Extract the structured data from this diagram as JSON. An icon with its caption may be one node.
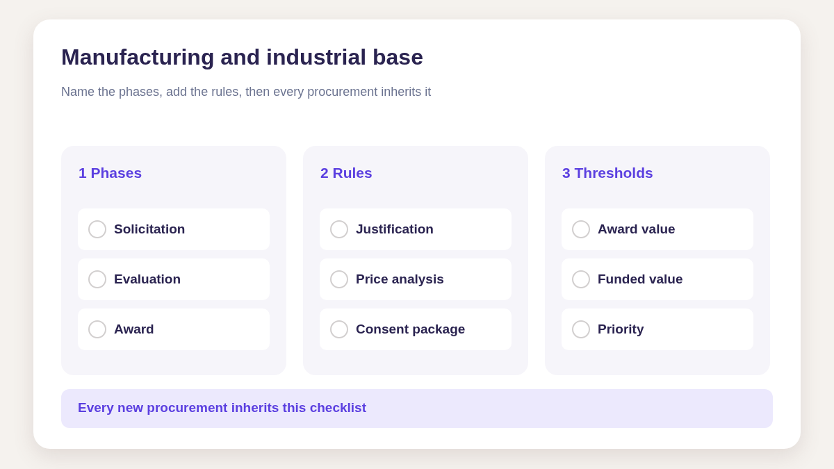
{
  "diagram": {
    "title": "Manufacturing and industrial base",
    "nodes": [
      {
        "text": [
          "1 Phases"
        ]
      },
      {
        "text": [
          "Solicitation"
        ],
        "in": 0
      },
      {
        "text": [
          "Evaluation"
        ],
        "in": 0
      },
      {
        "text": [
          "Award"
        ],
        "in": 0
      },
      {
        "text": [
          "2 Rules"
        ]
      },
      {
        "text": [
          "Justification"
        ],
        "in": 4
      },
      {
        "text": [
          "Price analysis"
        ],
        "in": 4
      },
      {
        "text": [
          "Consent package"
        ],
        "in": 4
      },
      {
        "text": [
          "3 Thresholds"
        ]
      },
      {
        "text": [
          "Award value"
        ],
        "in": 8
      },
      {
        "text": [
          "Funded value"
        ],
        "in": 8
      },
      {
        "text": [
          "Priority"
        ],
        "in": 8
      },
      {
        "text": [
          "Every new procurement inherits this checklist"
        ]
      }
    ],
    "labels": [
      "Name the phases, add the rules, then every procurement inherits it"
    ]
  }
}
